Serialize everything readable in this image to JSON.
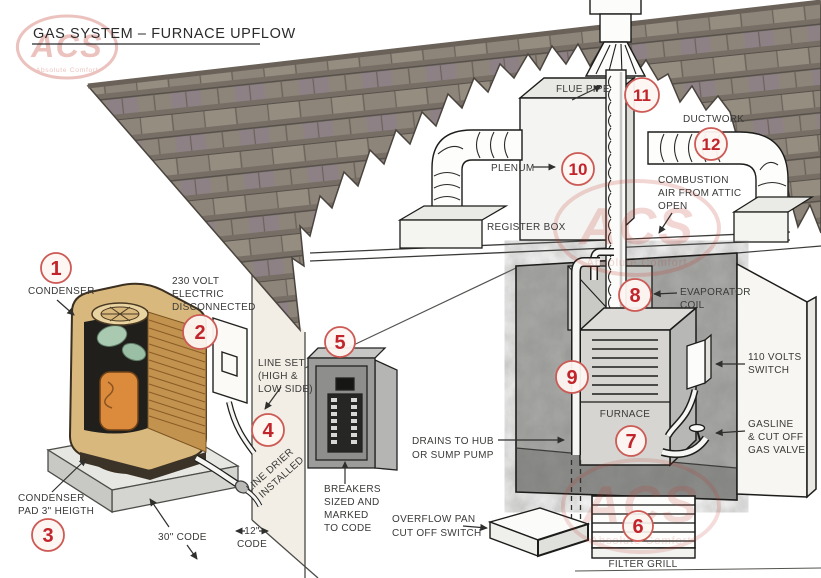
{
  "title": "GAS SYSTEM – FURNACE UPFLOW",
  "watermark": {
    "brand": "ACS",
    "tagline": "Absolute Comfort"
  },
  "colors": {
    "callout_red": "#c2242b",
    "label_gray": "#3a3a38",
    "roof_shingle": "#8a8279",
    "concrete_gray": "#a6a6a4",
    "condenser_tan": "#d9b87e",
    "watermark_red": "#c0392b"
  },
  "callouts": [
    {
      "num": "1",
      "lines": [
        "CONDENSER"
      ]
    },
    {
      "num": "2",
      "lines": [
        "230 VOLT",
        "ELECTRIC",
        "DISCONNECTED"
      ]
    },
    {
      "num": "3",
      "lines": [
        "CONDENSER",
        "PAD 3\" HEIGTH"
      ]
    },
    {
      "num": "4",
      "lines": [
        "LINE SET",
        "(HIGH &",
        "LOW SIDE)"
      ]
    },
    {
      "num": "5",
      "lines": [
        "BREAKERS",
        "SIZED AND",
        "MARKED",
        "TO CODE"
      ]
    },
    {
      "num": "6",
      "lines": [
        "FILTER GRILL"
      ]
    },
    {
      "num": "7",
      "lines": [
        "FURNACE"
      ]
    },
    {
      "num": "8",
      "lines": [
        "EVAPORATOR",
        "COIL"
      ]
    },
    {
      "num": "9",
      "lines": []
    },
    {
      "num": "10",
      "lines": [
        "PLENUM"
      ]
    },
    {
      "num": "11",
      "lines": [
        "FLUE PIPE"
      ]
    },
    {
      "num": "12",
      "lines": [
        "DUCTWORK"
      ]
    }
  ],
  "labels": {
    "register_box": "REGISTER BOX",
    "combustion_air": [
      "COMBUSTION",
      "AIR FROM ATTIC",
      "OPEN"
    ],
    "volts_switch": [
      "110 VOLTS",
      "SWITCH"
    ],
    "gas_valve": [
      "GASLINE",
      "& CUT OFF",
      "GAS VALVE"
    ],
    "drains": [
      "DRAINS TO HUB",
      "OR SUMP PUMP"
    ],
    "overflow": [
      "OVERFLOW PAN",
      "CUT OFF SWITCH"
    ],
    "line_drier": [
      "LINE DRIER",
      "INSTALLED"
    ],
    "code_30": "30\" CODE",
    "code_12_inches": "12\"",
    "code_12_word": "CODE"
  }
}
